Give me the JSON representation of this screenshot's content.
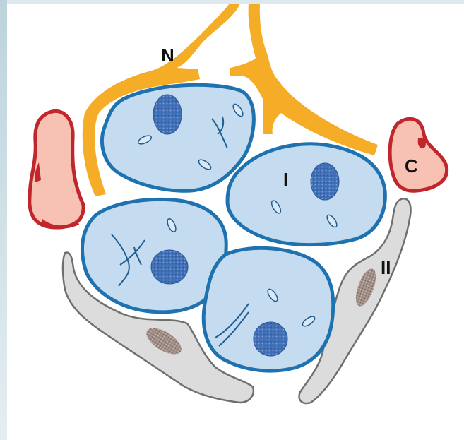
{
  "labels": {
    "nerve": "N",
    "capillary": "C",
    "type_one": "I",
    "type_two": "II"
  },
  "colors": {
    "nerve": "#f5ad27",
    "cell_fill": "#c5dbef",
    "cell_stroke": "#1f72b0",
    "nucleus": "#3f6fb5",
    "capillary_stroke": "#c0262c",
    "capillary_fill": "#f7c2b3",
    "sustentacular_fill": "#dcdcdc",
    "sustentacular_stroke": "#6f6f6f",
    "sustentacular_nucleus": "#a08e86"
  }
}
